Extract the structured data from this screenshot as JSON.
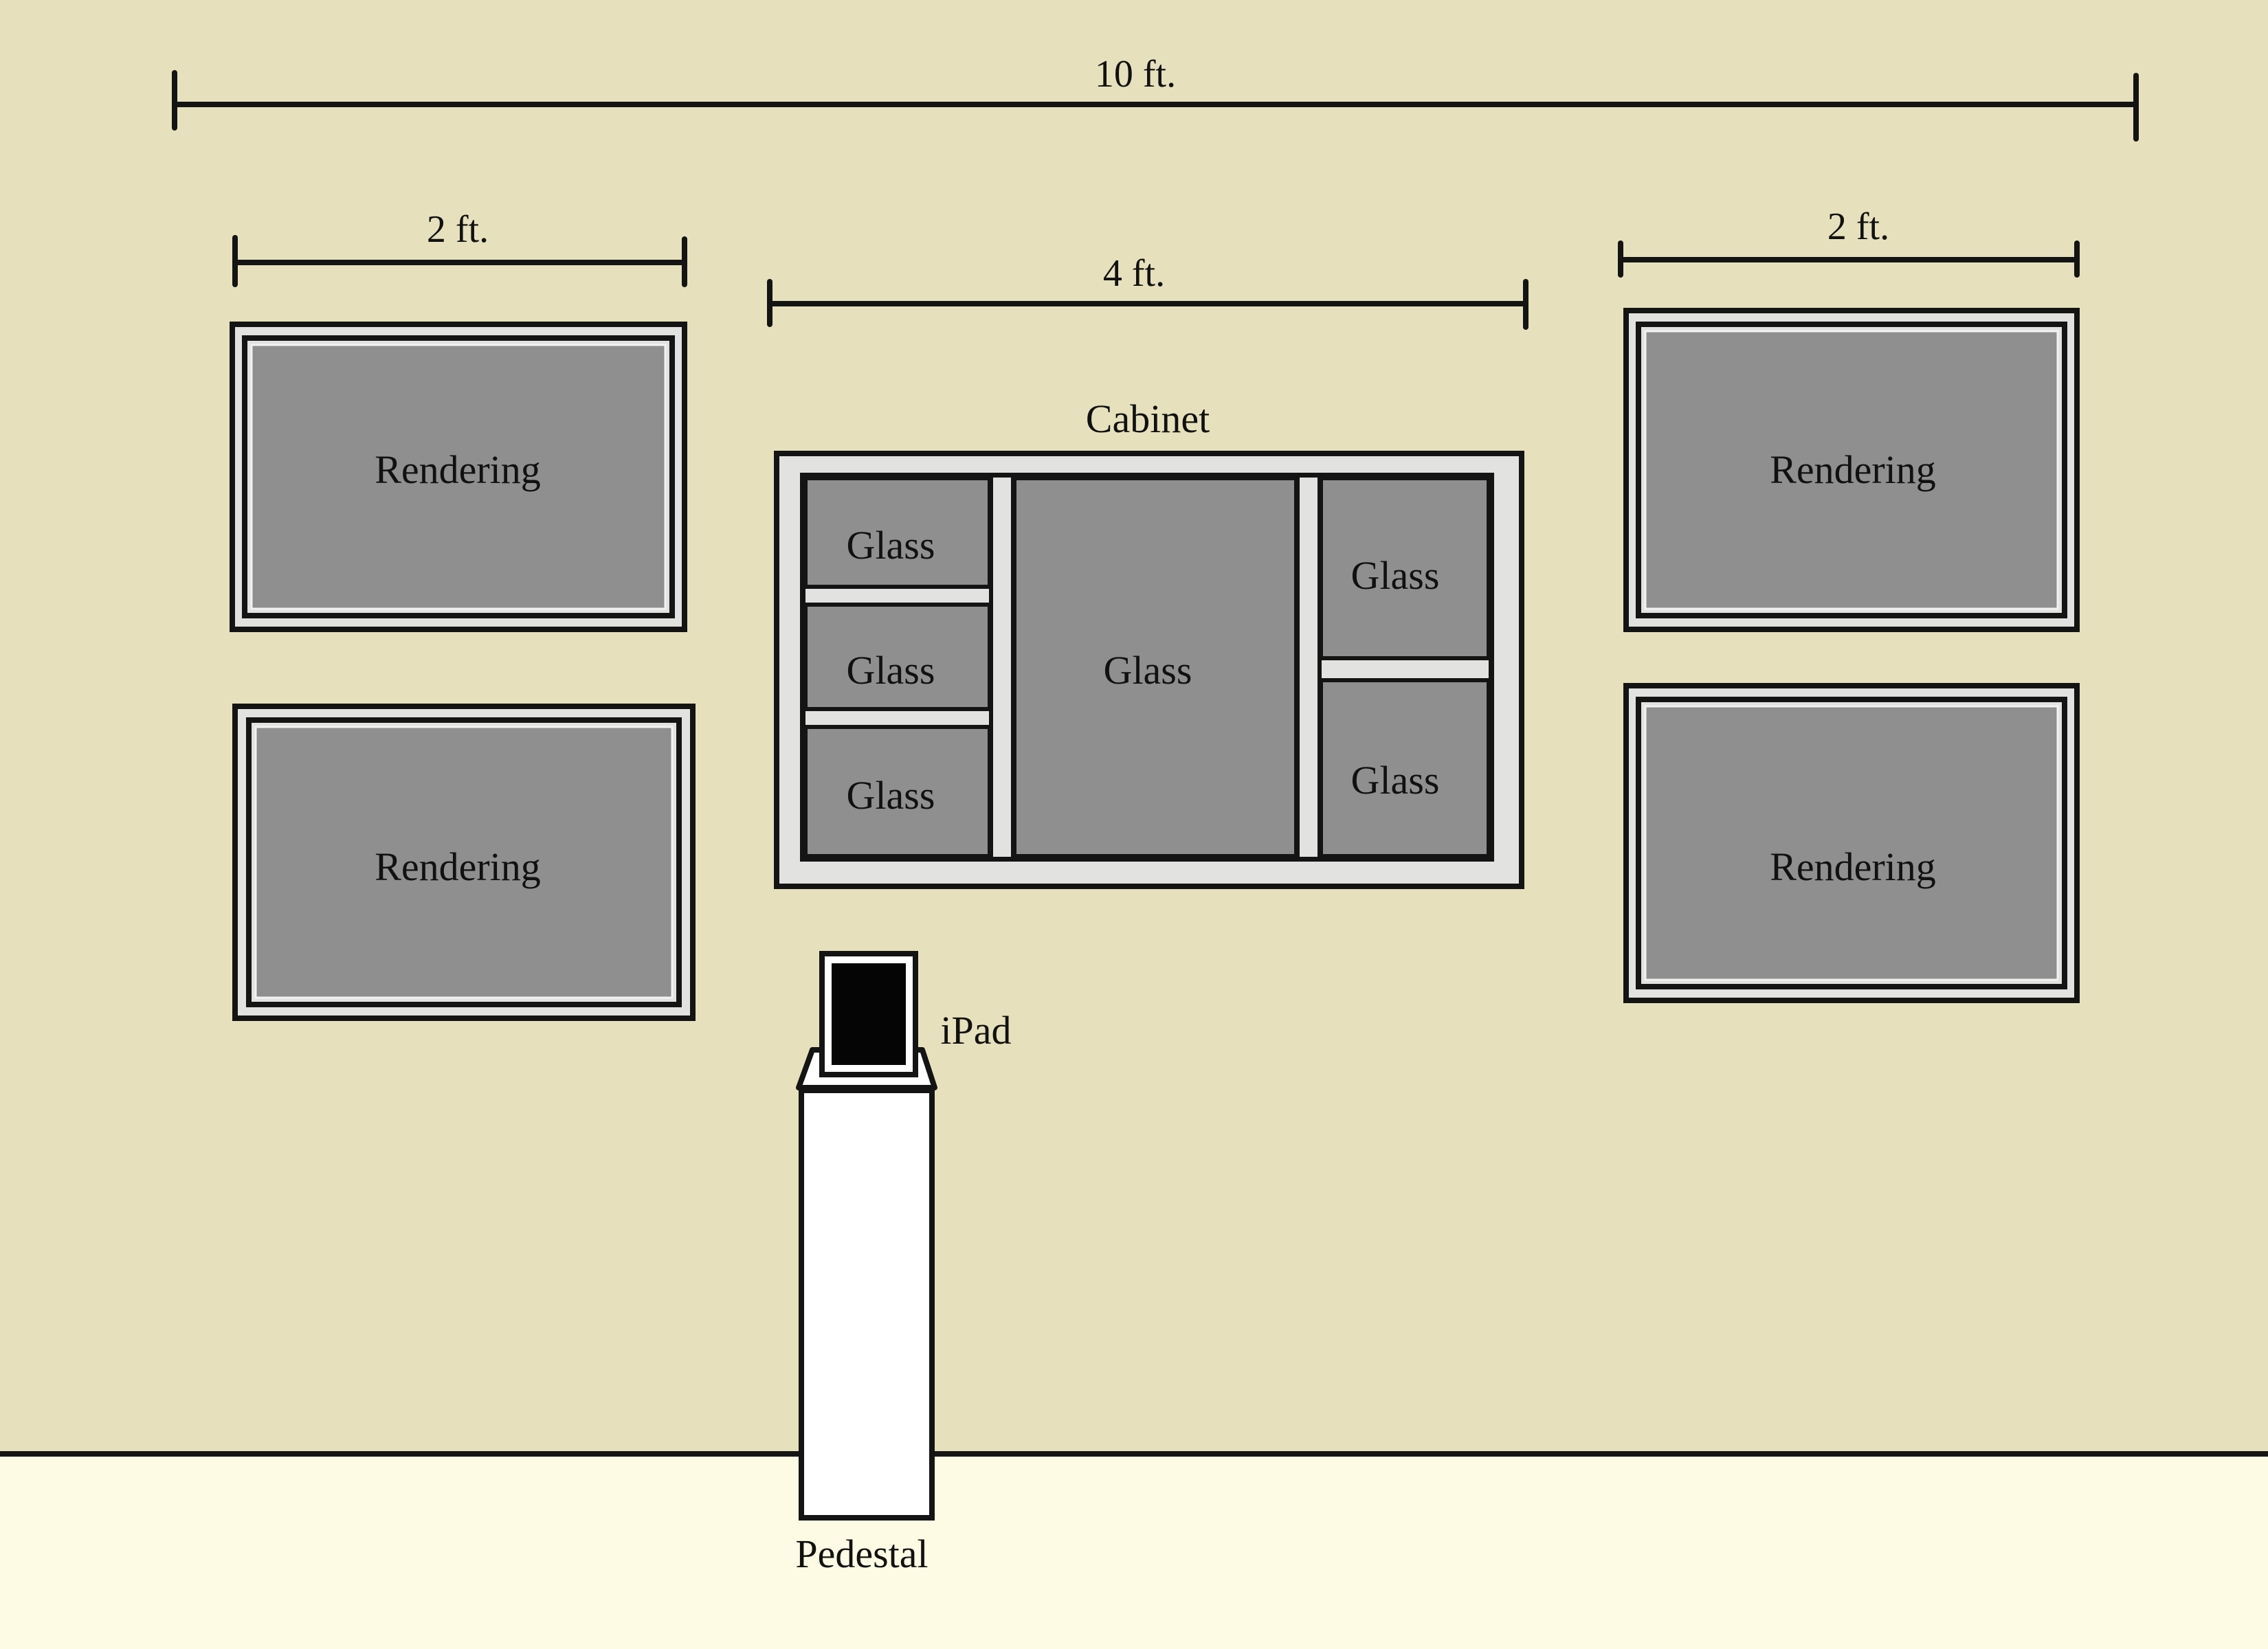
{
  "dimensions": {
    "wall_width": "10 ft.",
    "left_width": "2 ft.",
    "cabinet_width": "4 ft.",
    "right_width": "2 ft."
  },
  "renderings": {
    "top_left": "Rendering",
    "bottom_left": "Rendering",
    "top_right": "Rendering",
    "bottom_right": "Rendering"
  },
  "cabinet": {
    "title": "Cabinet",
    "panes": {
      "left_top": "Glass",
      "left_middle": "Glass",
      "left_bottom": "Glass",
      "center": "Glass",
      "right_top": "Glass",
      "right_bottom": "Glass"
    }
  },
  "ipad_label": "iPad",
  "pedestal_label": "Pedestal",
  "colors": {
    "wall": "#e6e1bc",
    "floor": "#fdfbe3",
    "frame_mat": "#e2e2e0",
    "panel": "#8f8f8f",
    "outline": "#141414"
  }
}
